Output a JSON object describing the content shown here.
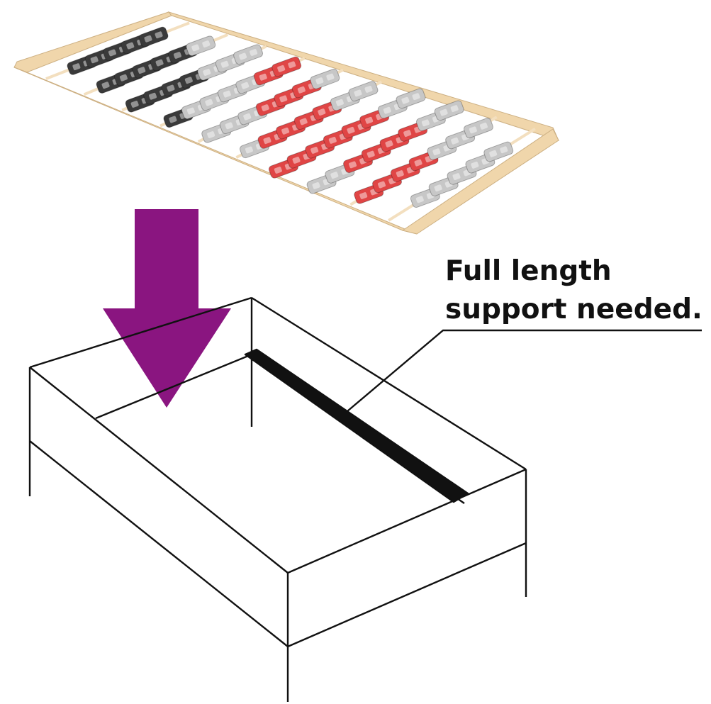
{
  "callout": {
    "line1": "Full length",
    "line2": "support needed."
  },
  "colors": {
    "arrow": "#8a1580",
    "frame_wood": "#f0d6ab",
    "frame_wood_edge": "#cdb083",
    "strip": "#f3dfbf",
    "cap_black": "#3a3a3a",
    "cap_grey": "#c7c7c7",
    "cap_red": "#e04545",
    "support_beam": "#111111",
    "outline": "#111111"
  },
  "slatted_frame": {
    "cap_color_rows": [
      [
        "black",
        "black",
        "black",
        "black",
        "black"
      ],
      [
        "black",
        "black",
        "black",
        "black",
        "black",
        "grey"
      ],
      [
        "black",
        "black",
        "black",
        "black",
        "grey",
        "grey",
        "grey"
      ],
      [
        "black",
        "grey",
        "grey",
        "grey",
        "grey",
        "red",
        "red"
      ],
      [
        "grey",
        "grey",
        "grey",
        "red",
        "red",
        "red",
        "grey"
      ],
      [
        "grey",
        "red",
        "red",
        "red",
        "red",
        "grey",
        "grey"
      ],
      [
        "red",
        "red",
        "red",
        "red",
        "red",
        "red",
        "grey",
        "grey"
      ],
      [
        "grey",
        "grey",
        "red",
        "red",
        "red",
        "red",
        "grey",
        "grey"
      ],
      [
        "red",
        "red",
        "red",
        "red",
        "grey",
        "grey",
        "grey"
      ],
      [
        "grey",
        "grey",
        "grey",
        "grey",
        "grey"
      ]
    ]
  }
}
